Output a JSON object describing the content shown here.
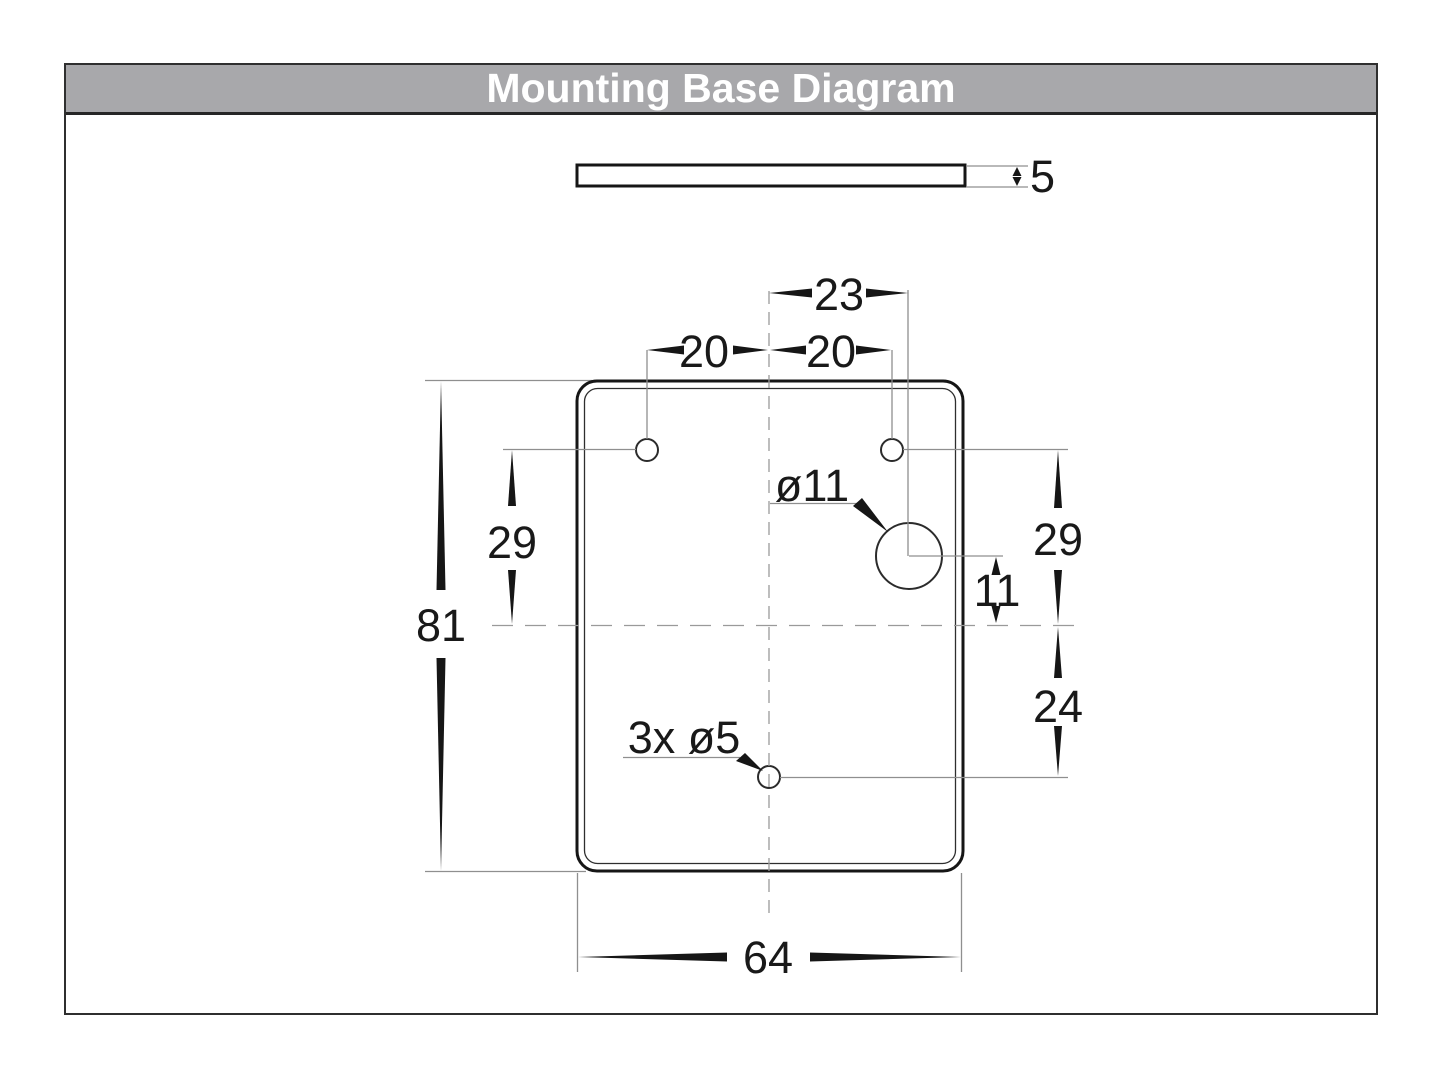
{
  "title": "Mounting Base Diagram",
  "colors": {
    "title_bar_bg": "#a8a8ab",
    "title_text": "#ffffff",
    "frame_border": "#2f2f2f",
    "line_dark": "#161616",
    "line_light": "#8f8f8f"
  },
  "dimensions": {
    "plate_thickness": "5",
    "center_to_cable_hole": "23",
    "left_hole_to_center": "20",
    "center_to_right_hole": "20",
    "plate_height": "81",
    "top_holes_drop_left": "29",
    "top_holes_drop_right": "29",
    "cable_hole_to_centerline": "11",
    "centerline_to_bottom_hole": "24",
    "plate_width": "64",
    "cable_hole_diameter": "ø11",
    "screw_holes_note": "3x ø5"
  }
}
